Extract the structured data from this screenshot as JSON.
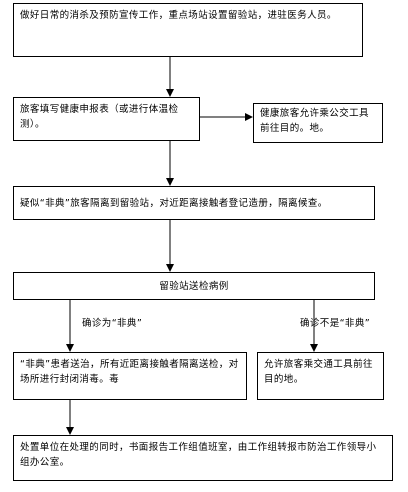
{
  "flow": {
    "step1": "做好日常的消杀及预防宣传工作，重点场站设置留验站，进驻医务人员。",
    "step2": "旅客填写健康申报表（或进行体温检测）。",
    "side_healthy": "健康旅客允许乘公交工具前往目的。地。",
    "step3": "疑似“非典”旅客隔离到留验站，对近距离接触者登记造册，隔离候查。",
    "step4": "留验站送检病例",
    "branch_yes_label": "确诊为“非典”",
    "branch_no_label": "确诊不是“非典”",
    "confirmed_box": "“非典”患者送治，所有近距离接触者隔离送检，对场所进行封闭消毒。毒",
    "not_confirmed_box": "允许旅客乘交通工具前往目的地。",
    "step5": "处置单位在处理的同时，书面报告工作组值班室，由工作组转报市防治工作领导小组办公室。"
  }
}
